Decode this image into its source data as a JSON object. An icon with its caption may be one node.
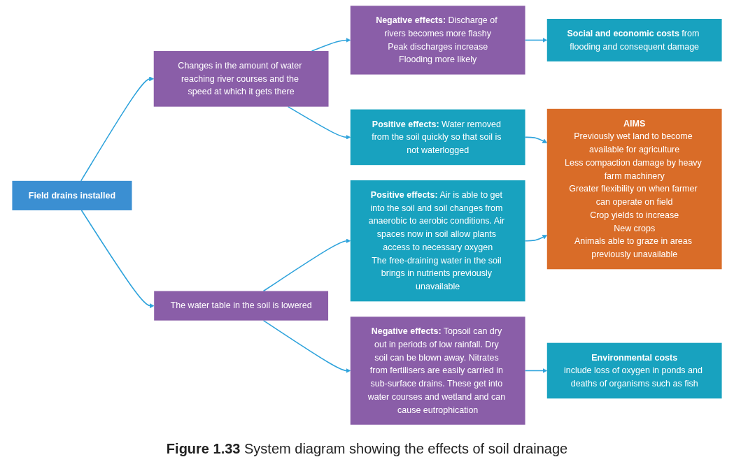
{
  "diagram": {
    "caption": "**Figure 1.33** System diagram showing the effects of soil drainage",
    "nodes": [
      {
        "text": [
          "Field drains installed"
        ]
      },
      {
        "text": [
          "**Negative effects:** Discharge of rivers becomes more flashy",
          "Peak discharges increase",
          "Flooding more likely"
        ]
      },
      {
        "text": [
          "Changes in the amount of water reaching river courses and the speed at which it gets there"
        ]
      },
      {
        "text": [
          "The water table in the soil is lowered"
        ]
      },
      {
        "text": [
          "**Negative effects:** Topsoil can dry out in periods of low rainfall. Dry soil can be blown away. Nitrates from fertilisers are easily carried in sub-surface drains. These get into water courses and wetland and can cause eutrophication"
        ]
      },
      {
        "text": [
          "**Positive effects:** Water removed from the soil quickly so that soil is not waterlogged"
        ]
      },
      {
        "text": [
          "**Positive effects:** Air is able to get into the soil and soil changes from anaerobic to aerobic conditions. Air spaces now in soil allow plants access to necessary oxygen",
          "The free-draining water in the soil brings in nutrients previously unavailable"
        ]
      },
      {
        "text": [
          "**Social and economic costs** from flooding and consequent damage"
        ]
      },
      {
        "text": [
          "AIMS",
          "Previously wet land to become available for agriculture",
          "Less compaction damage by heavy farm machinery",
          "Greater flexibility on when farmer can operate on field",
          "Crop yields to increase",
          "New crops",
          "Animals able to graze in areas previously unavailable"
        ]
      },
      {
        "text": [
          "Environmental costs",
          "include loss of oxygen in ponds and deaths of organisms such as fish"
        ]
      }
    ],
    "edges": [
      {
        "from": 0,
        "to": 2,
        "arrow": "to"
      },
      {
        "from": 0,
        "to": 3,
        "arrow": "to"
      },
      {
        "from": 2,
        "to": 1,
        "arrow": "to"
      },
      {
        "from": 3,
        "to": 4,
        "arrow": "to"
      },
      {
        "from": 2,
        "to": 5,
        "arrow": "to"
      },
      {
        "from": 3,
        "to": 6,
        "arrow": "to"
      },
      {
        "from": 1,
        "to": 7,
        "arrow": "to"
      },
      {
        "from": 4,
        "to": 9,
        "arrow": "to"
      },
      {
        "from": 5,
        "to": 8,
        "arrow": "to"
      },
      {
        "from": 6,
        "to": 8,
        "arrow": "to"
      }
    ]
  }
}
